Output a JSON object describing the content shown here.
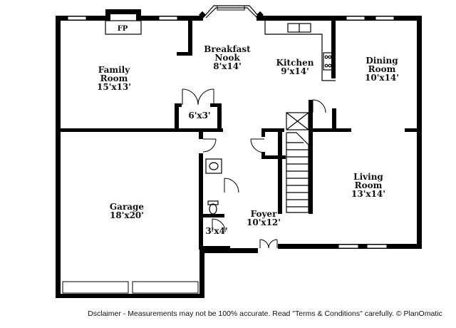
{
  "rooms": {
    "family": {
      "name_line1": "Family",
      "name_line2": "Room",
      "size": "15'x13'"
    },
    "fireplace": {
      "label": "FP"
    },
    "nook": {
      "name_line1": "Breakfast",
      "name_line2": "Nook",
      "size": "8'x14'"
    },
    "kitchen": {
      "name": "Kitchen",
      "size": "9'x14'"
    },
    "dining": {
      "name_line1": "Dining",
      "name_line2": "Room",
      "size": "10'x14'"
    },
    "closet_family": {
      "size": "6'x3'"
    },
    "garage": {
      "name": "Garage",
      "size": "18'x20'"
    },
    "living": {
      "name_line1": "Living",
      "name_line2": "Room",
      "size": "13'x14'"
    },
    "foyer": {
      "name": "Foyer",
      "size": "10'x12'"
    },
    "closet_foyer": {
      "size": "3'x4'"
    }
  },
  "disclaimer": "Dsclaimer - Measurements may not be 100% accurate. Read \"Terms & Conditions\" carefully. © PlanOmatic"
}
